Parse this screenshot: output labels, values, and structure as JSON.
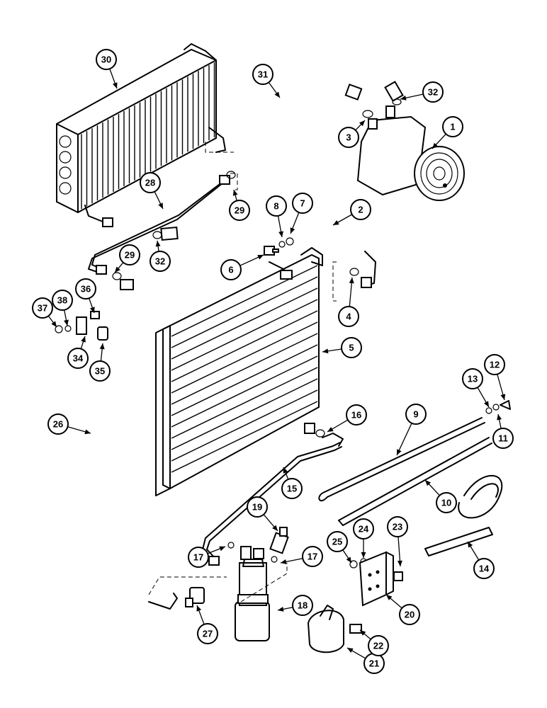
{
  "callouts": [
    {
      "id": "c1",
      "label": "1"
    },
    {
      "id": "c2",
      "label": "2"
    },
    {
      "id": "c3",
      "label": "3"
    },
    {
      "id": "c4",
      "label": "4"
    },
    {
      "id": "c5",
      "label": "5"
    },
    {
      "id": "c6",
      "label": "6"
    },
    {
      "id": "c7",
      "label": "7"
    },
    {
      "id": "c8",
      "label": "8"
    },
    {
      "id": "c9",
      "label": "9"
    },
    {
      "id": "c10",
      "label": "10"
    },
    {
      "id": "c11",
      "label": "11"
    },
    {
      "id": "c12",
      "label": "12"
    },
    {
      "id": "c13",
      "label": "13"
    },
    {
      "id": "c14",
      "label": "14"
    },
    {
      "id": "c15",
      "label": "15"
    },
    {
      "id": "c16",
      "label": "16"
    },
    {
      "id": "c17a",
      "label": "17"
    },
    {
      "id": "c17b",
      "label": "17"
    },
    {
      "id": "c18",
      "label": "18"
    },
    {
      "id": "c19",
      "label": "19"
    },
    {
      "id": "c20",
      "label": "20"
    },
    {
      "id": "c21",
      "label": "21"
    },
    {
      "id": "c22",
      "label": "22"
    },
    {
      "id": "c23",
      "label": "23"
    },
    {
      "id": "c24",
      "label": "24"
    },
    {
      "id": "c25",
      "label": "25"
    },
    {
      "id": "c26",
      "label": "26"
    },
    {
      "id": "c27",
      "label": "27"
    },
    {
      "id": "c28",
      "label": "28"
    },
    {
      "id": "c29a",
      "label": "29"
    },
    {
      "id": "c29b",
      "label": "29"
    },
    {
      "id": "c30",
      "label": "30"
    },
    {
      "id": "c31",
      "label": "31"
    },
    {
      "id": "c32a",
      "label": "32"
    },
    {
      "id": "c32b",
      "label": "32"
    },
    {
      "id": "c34",
      "label": "34"
    },
    {
      "id": "c35",
      "label": "35"
    },
    {
      "id": "c36",
      "label": "36"
    },
    {
      "id": "c37",
      "label": "37"
    },
    {
      "id": "c38",
      "label": "38"
    }
  ]
}
